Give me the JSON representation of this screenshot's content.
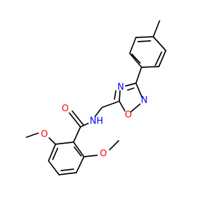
{
  "molecule": {
    "atoms": {
      "o_carbonyl": {
        "label": "O",
        "color": "#ff0000"
      },
      "nh": {
        "label": "NH",
        "color": "#0000ff"
      },
      "n_ring4": {
        "label": "N",
        "color": "#0000ff"
      },
      "n_ring2": {
        "label": "N",
        "color": "#0000ff"
      },
      "o_ring1": {
        "label": "O",
        "color": "#ff0000"
      },
      "o_methoxy_left": {
        "label": "O",
        "color": "#ff0000"
      },
      "o_methoxy_right": {
        "label": "O",
        "color": "#ff0000"
      }
    },
    "bond_color": "#000000"
  }
}
